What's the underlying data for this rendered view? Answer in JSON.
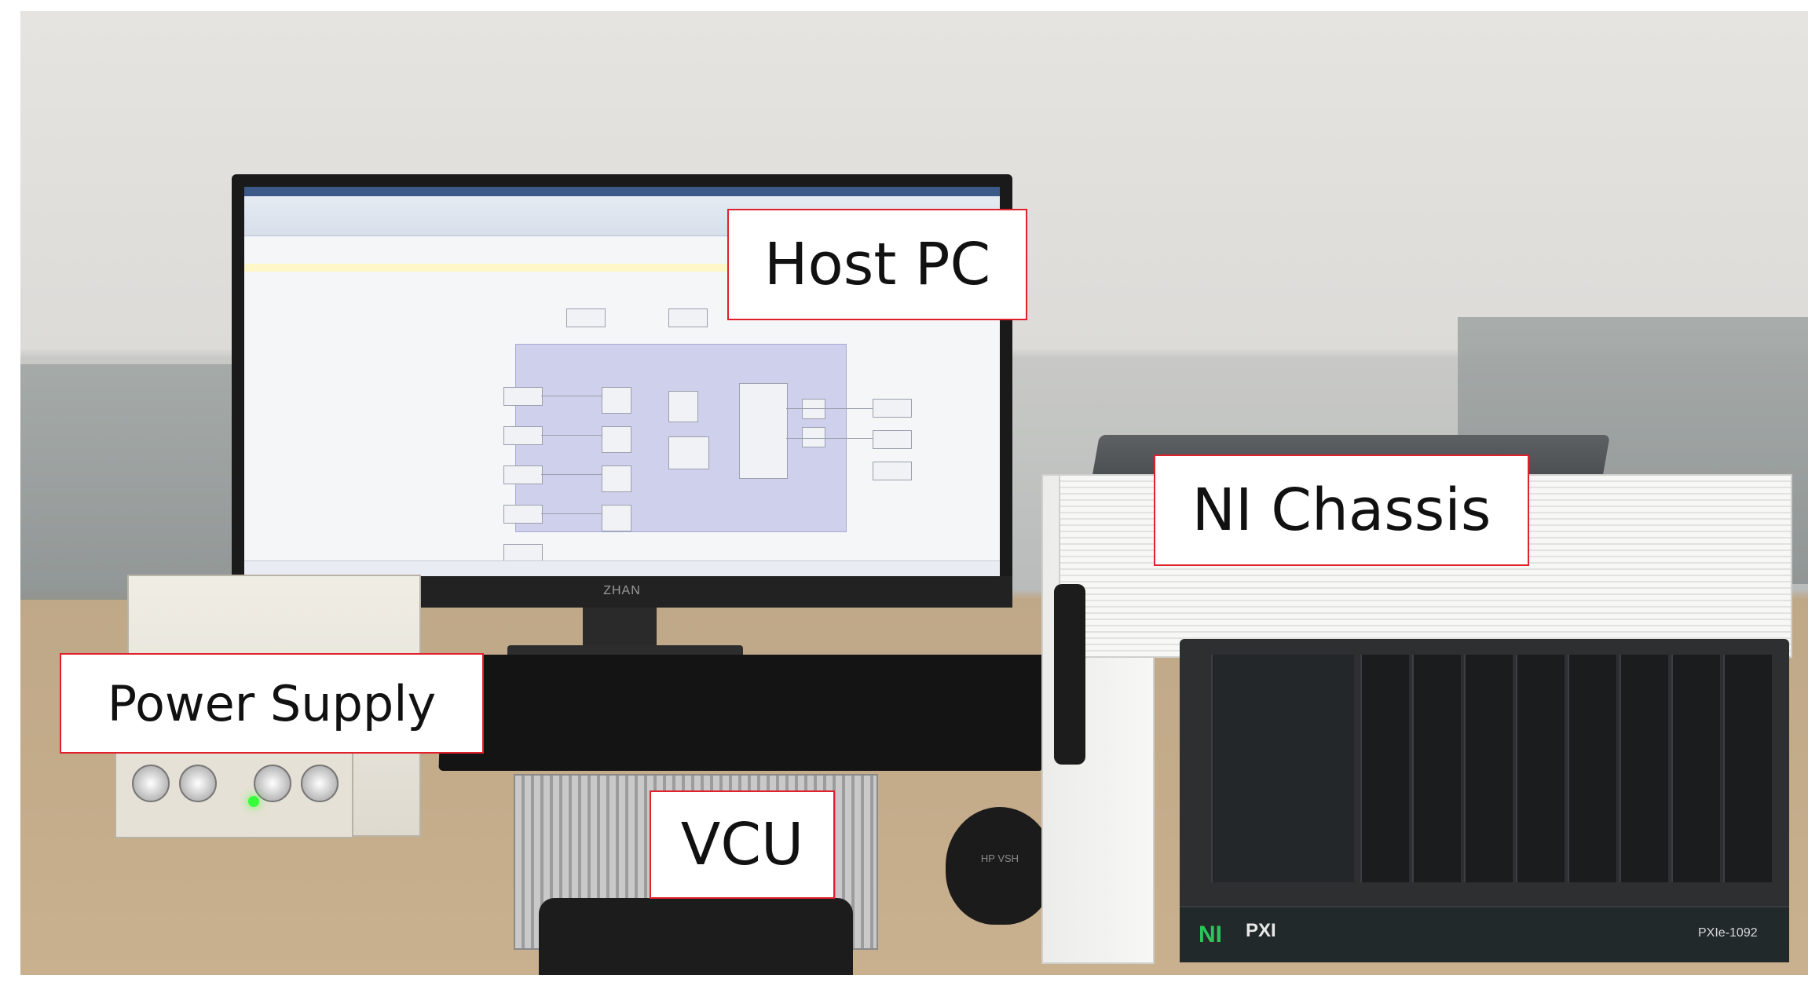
{
  "labels": {
    "host_pc": "Host PC",
    "ni_chassis": "NI Chassis",
    "power_supply": "Power Supply",
    "vcu": "VCU"
  },
  "photo_text": {
    "monitor_brand": "ZHAN",
    "mouse_brand": "HP VSH",
    "chassis_ni_logo": "NI",
    "chassis_pxi_logo": "PXI",
    "chassis_model": "PXIe-1092"
  },
  "colors": {
    "label_border": "#e0202a",
    "label_background": "#ffffff"
  }
}
